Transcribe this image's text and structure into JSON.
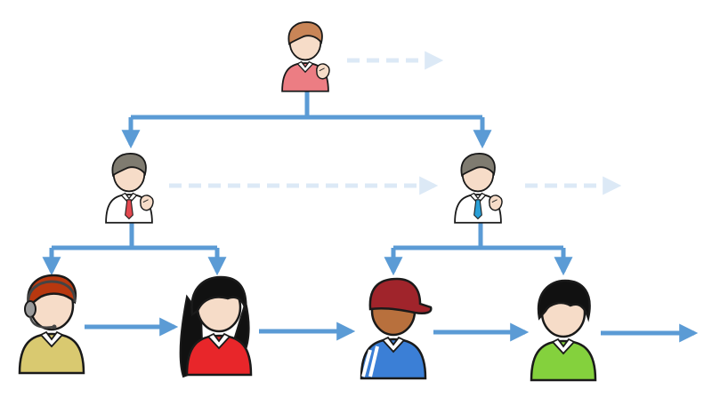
{
  "diagram": {
    "colors": {
      "connector": "#5b9bd5",
      "connector_faded": "#dce9f6",
      "outline": "#1a1a1a",
      "skin": "#f6dcc8",
      "skin_dark": "#c07a4a"
    },
    "nodes": [
      {
        "id": "top-manager",
        "icon": "person-brown-hair-icon",
        "hair": "#c98557",
        "shirt": "#ec7d83",
        "collar": "#ffffff",
        "accessory": "none",
        "has_hand": true
      },
      {
        "id": "mid-manager-left",
        "icon": "person-gray-hair-tie-icon",
        "hair": "#7f7b70",
        "shirt": "#ffffff",
        "collar": "#ffffff",
        "tie": "#e2484f",
        "accessory": "tie",
        "has_hand": true
      },
      {
        "id": "mid-manager-right",
        "icon": "person-gray-hair-tie-icon",
        "hair": "#7f7b70",
        "shirt": "#ffffff",
        "collar": "#ffffff",
        "tie": "#2a9fd6",
        "accessory": "tie",
        "has_hand": true
      },
      {
        "id": "worker-support",
        "icon": "person-headset-icon",
        "hair": "#b8380f",
        "shirt": "#d9c970",
        "collar": "#ffffff",
        "accessory": "headset"
      },
      {
        "id": "worker-long-hair",
        "icon": "person-long-black-hair-icon",
        "hair": "#111111",
        "shirt": "#e8262a",
        "collar": "#ffffff",
        "accessory": "none"
      },
      {
        "id": "worker-cap",
        "icon": "person-red-cap-icon",
        "hair": "#a0242b",
        "shirt": "#3b7fd6",
        "collar": "#ffffff",
        "accessory": "cap",
        "skin": "#b8703d"
      },
      {
        "id": "worker-black-hair",
        "icon": "person-black-hair-icon",
        "hair": "#111111",
        "shirt": "#84d13d",
        "collar": "#ffffff",
        "accessory": "none"
      }
    ]
  }
}
